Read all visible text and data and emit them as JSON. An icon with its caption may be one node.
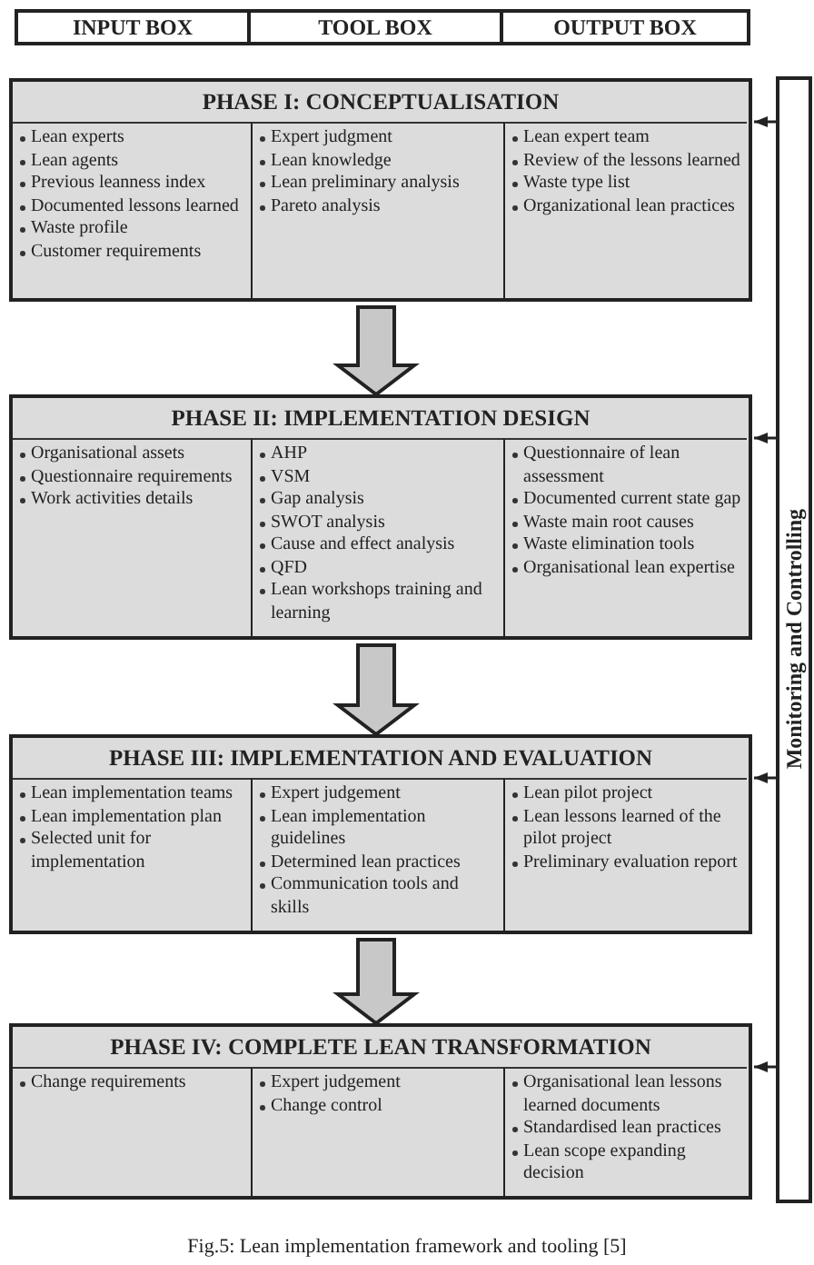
{
  "diagram": {
    "caption": "Fig.5: Lean implementation framework and tooling [5]",
    "nodes": [
      {
        "text": [
          "INPUT BOX"
        ]
      },
      {
        "text": [
          "TOOL BOX"
        ]
      },
      {
        "text": [
          "OUTPUT BOX"
        ]
      },
      {
        "text": [
          "Monitoring and Controlling"
        ]
      },
      {
        "text": [
          "PHASE I: CONCEPTUALISATION"
        ]
      },
      {
        "text": [
          "Lean experts",
          "Lean agents",
          "Previous leanness index",
          "Documented lessons learned",
          "Waste profile",
          "Customer requirements"
        ],
        "in": 4
      },
      {
        "text": [
          "Expert judgment",
          "Lean knowledge",
          "Lean preliminary analysis",
          "Pareto analysis"
        ],
        "in": 4
      },
      {
        "text": [
          "Lean expert team",
          "Review of the lessons learned",
          "Waste type list",
          "Organizational lean practices"
        ],
        "in": 4
      },
      {
        "text": [
          "PHASE II: IMPLEMENTATION DESIGN"
        ]
      },
      {
        "text": [
          "Organisational assets",
          "Questionnaire requirements",
          "Work activities details"
        ],
        "in": 8
      },
      {
        "text": [
          "AHP",
          "VSM",
          "Gap analysis",
          "SWOT analysis",
          "Cause and effect analysis",
          "QFD",
          "Lean workshops training and learning"
        ],
        "in": 8
      },
      {
        "text": [
          "Questionnaire of lean assessment",
          "Documented current state gap",
          "Waste main root causes",
          "Waste elimination tools",
          "Organisational lean expertise"
        ],
        "in": 8
      },
      {
        "text": [
          "PHASE III: IMPLEMENTATION AND EVALUATION"
        ]
      },
      {
        "text": [
          "Lean implementation teams",
          "Lean implementation plan",
          "Selected unit for implementation"
        ],
        "in": 12
      },
      {
        "text": [
          "Expert judgement",
          "Lean implementation guidelines",
          "Determined lean practices",
          "Communication tools and skills"
        ],
        "in": 12
      },
      {
        "text": [
          "Lean pilot project",
          "Lean lessons learned of the pilot project",
          "Preliminary evaluation report"
        ],
        "in": 12
      },
      {
        "text": [
          "PHASE IV: COMPLETE LEAN TRANSFORMATION"
        ]
      },
      {
        "text": [
          "Change requirements"
        ],
        "in": 16
      },
      {
        "text": [
          "Expert judgement",
          "Change control"
        ],
        "in": 16
      },
      {
        "text": [
          "Organisational lean lessons learned documents",
          "Standardised lean practices",
          "Lean scope expanding decision"
        ],
        "in": 16
      }
    ],
    "edges": [
      {
        "from": 4,
        "to": 8,
        "arrow": "to",
        "style": "thick"
      },
      {
        "from": 8,
        "to": 12,
        "arrow": "to",
        "style": "thick"
      },
      {
        "from": 12,
        "to": 16,
        "arrow": "to",
        "style": "thick"
      },
      {
        "from": 3,
        "to": 4,
        "arrow": "to"
      },
      {
        "from": 3,
        "to": 8,
        "arrow": "to"
      },
      {
        "from": 3,
        "to": 12,
        "arrow": "to"
      },
      {
        "from": 3,
        "to": 16,
        "arrow": "to"
      }
    ]
  }
}
